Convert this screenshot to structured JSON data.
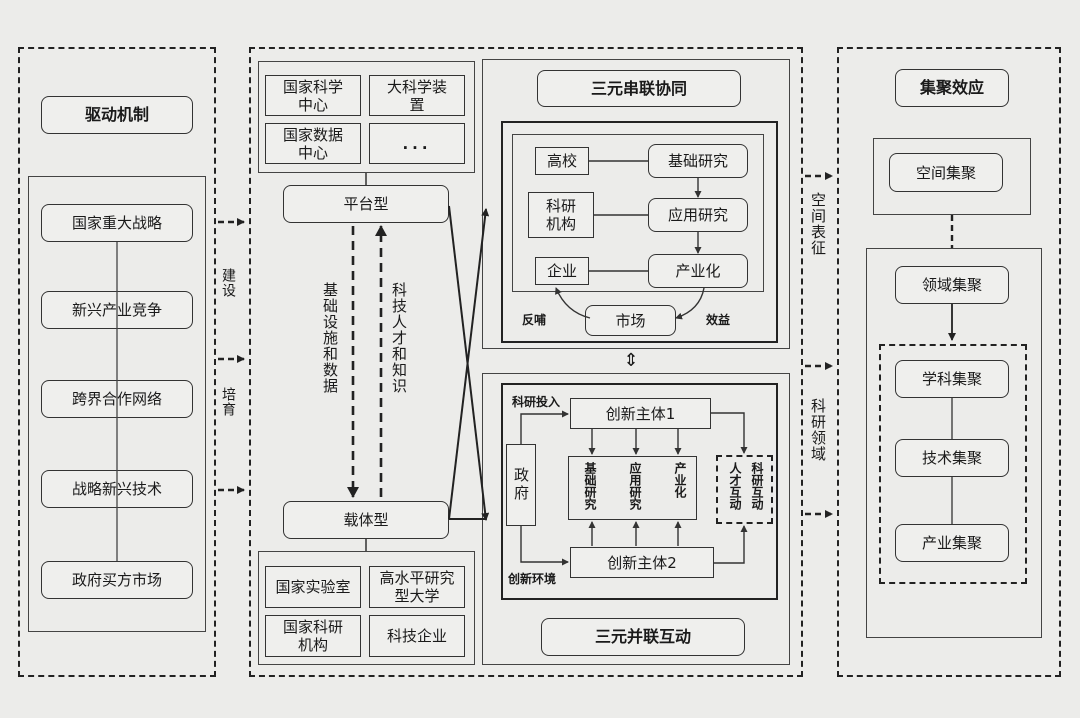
{
  "left": {
    "title": "驱动机制",
    "items": [
      "国家重大战略",
      "新兴产业竞争",
      "跨界合作网络",
      "战略新兴技术",
      "政府买方市场"
    ],
    "arrow_labels": [
      "建设",
      "培育"
    ]
  },
  "middle": {
    "top_items": [
      "国家科学中心",
      "大科学装置",
      "国家数据中心",
      "..."
    ],
    "platform_type": "平台型",
    "carrier_type": "载体型",
    "left_flow": "基础设施和数据",
    "right_flow": "科技人才和知识",
    "bottom_items": [
      "国家实验室",
      "高水平研究型大学",
      "国家科研机构",
      "科技企业"
    ]
  },
  "serial": {
    "title": "三元串联协同",
    "university": "高校",
    "research_institute": "科研机构",
    "enterprise": "企业",
    "basic_research": "基础研究",
    "applied_research": "应用研究",
    "industrialization": "产业化",
    "market": "市场",
    "feedback": "反哺",
    "benefit": "效益"
  },
  "connector": "⇕",
  "parallel": {
    "title": "三元并联互动",
    "government": "政府",
    "subject1": "创新主体1",
    "subject2": "创新主体2",
    "research_input": "科研投入",
    "environment": "创新环境",
    "basic": "基础研究",
    "applied": "应用研究",
    "industry": "产业化",
    "talent": "人才互动",
    "research_interaction": "科研互动"
  },
  "right": {
    "title": "集聚效应",
    "spatial": "空间集聚",
    "domain": "领域集聚",
    "discipline": "学科集聚",
    "technology": "技术集聚",
    "industry": "产业集聚",
    "arrow_labels": [
      "空间表征",
      "科研领域"
    ]
  }
}
